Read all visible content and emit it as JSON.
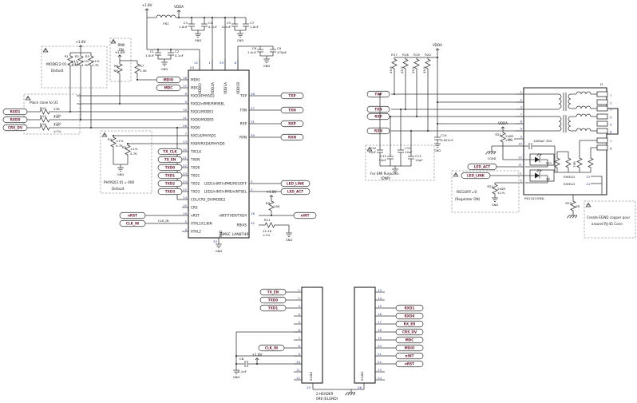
{
  "colors": {
    "wire": "#3a3a3a",
    "pin_number": "#27357e",
    "net_label": "#6d1f33",
    "text": "#151515",
    "box_dash": "#9a9a9a"
  },
  "common": {
    "gnd": "GND",
    "v18": "+1.8V",
    "vdda": "VDDA"
  },
  "power": {
    "fb1": "FB1",
    "c1_ref": "C1",
    "c1_val": "1.0uF",
    "c2_ref": "C2",
    "c2_val": "0.1uF",
    "c3_ref": "C3",
    "c3_val": "1.0uF",
    "c4_ref": "C4",
    "c4_val": "0.1uF",
    "c5_ref": "C5",
    "c5_val": "0.1uF",
    "c7_ref": "C7",
    "c7_val": "1.0uF",
    "c8_ref": "C8",
    "c8_val": "1.0uF",
    "c9_ref": "C9",
    "c9_val": "470pF"
  },
  "u1": {
    "ref": "U1",
    "part": "SMSC LAN8740",
    "pad_num": "33",
    "pad_name": "PAD",
    "left_pins": [
      [
        "16",
        "MDIO"
      ],
      [
        "17",
        "MDC"
      ],
      [
        "8",
        "RXD3/PHYAD2"
      ],
      [
        "9",
        "RXD2/nPME/RMIISEL"
      ],
      [
        "10",
        "RXD1/MODE1"
      ],
      [
        "11",
        "RXD0/MODE0"
      ],
      [
        "26",
        "RXDV"
      ],
      [
        "7",
        "RXCLK/PHYAD1"
      ],
      [
        "13",
        "RXER/RXD4/PHYAD0"
      ],
      [
        "20",
        "TXCLK"
      ],
      [
        "21",
        "TXEN"
      ],
      [
        "22",
        "TXD0"
      ],
      [
        "23",
        "TXD1"
      ],
      [
        "24",
        "TXD2"
      ],
      [
        "25",
        "TXD3"
      ],
      [
        "14",
        "COL/CRS_DV/MODE2"
      ],
      [
        "15",
        "CRS"
      ],
      [
        "19",
        "nRST"
      ],
      [
        "5",
        "XTAL1/CLKIN"
      ],
      [
        "4",
        "XTAL2"
      ]
    ],
    "right_pins": [
      [
        "28",
        "TXP"
      ],
      [
        "27",
        "TXN"
      ],
      [
        "31",
        "RXP"
      ],
      [
        "30",
        "RXN"
      ],
      [
        "3",
        "LED1/nINT/nPME/REGOFF"
      ],
      [
        "2",
        "LED2/nINT/nPME/nINTSEL"
      ],
      [
        "18",
        "nINT/TXER/TXD4"
      ],
      [
        "32",
        "RBIAS"
      ]
    ],
    "top_pins": [
      [
        "12",
        "VDDIO"
      ],
      [
        "1",
        "VDD2A"
      ],
      [
        "29",
        "VDD1A"
      ],
      [
        "6",
        "VDDCR"
      ]
    ]
  },
  "mode": {
    "title": "MODE[2:0] = 111",
    "subtitle": "Default",
    "r1": "R1",
    "r2": "R2",
    "r3": "R3",
    "tol": "±1%",
    "val": "4.7K"
  },
  "rmii": {
    "t1": "RMII",
    "t2": "EN",
    "r6": "R6",
    "r6v": "NK",
    "r7": "R7",
    "r7v": "1.5K"
  },
  "place": {
    "note": "Place close to U1",
    "nets": [
      "RXD1",
      "RXD0",
      "CRS_DV"
    ],
    "refs": [
      "R12",
      "R13",
      "R14"
    ],
    "val": "33R",
    "tol": "±1%"
  },
  "phyad": {
    "title": "PHYAD[2:0] = 000",
    "subtitle": "Default",
    "r4": "R4",
    "r8": "R8",
    "tol": "±1%",
    "val": "4.7K"
  },
  "nets": {
    "mdio": "MDIO",
    "mdc": "MDC",
    "tx": [
      "TX_CLK",
      "TX_EN",
      "TXD0",
      "TXD1",
      "TXD2",
      "TXD3"
    ],
    "nrst": "nRST",
    "clkin": "CLK_IN",
    "nint": "nINT",
    "txp": "TXP",
    "txn": "TXN",
    "rxp": "RXP",
    "rxn": "RXN",
    "link": "LED_LINK",
    "act": "LED_ACT"
  },
  "pull": {
    "r9": "R9",
    "r9v": "10K",
    "r11": "R11",
    "r11v": "12.1K",
    "r11t": "±1%"
  },
  "line": {
    "r17": "R17",
    "r18": "R18",
    "r19": "R19",
    "r20": "R20",
    "rv": "49.9",
    "rt": "±1%",
    "c14": "C14",
    "c14v": "0.022uF"
  },
  "emi": {
    "l1": "For EMI Purposes",
    "l2": "(DNP)",
    "c10": "C10",
    "c11": "C11",
    "c12": "C12",
    "c13": "C13",
    "val": "12pF"
  },
  "j2": {
    "ref": "J2",
    "part": "P611021DNL",
    "cap": "1000pF 2KV",
    "term": "75R",
    "grn": "Grn",
    "yel": "Yel",
    "shield": "SHIELD",
    "s13": "13",
    "s14": "14",
    "nc": "NC",
    "cgnd": "CGND",
    "pins": [
      "1",
      "2",
      "3",
      "7",
      "8",
      "9",
      "5",
      "10",
      "12",
      "11",
      "1",
      "2"
    ],
    "contacts": [
      "1",
      "2",
      "3",
      "4",
      "5",
      "6",
      "7",
      "8"
    ]
  },
  "led": {
    "r21": "R21",
    "r21v": "240R",
    "r22": "R22",
    "r22v": "240R",
    "tol": "±1%",
    "regoff1": "REGOFF=0",
    "regoff2": "(Regulator ON)"
  },
  "egnd": {
    "r23": "R23",
    "r23v": "0R",
    "note1": "Create EGND copper pour",
    "note2": "around RJ-45 Conn"
  },
  "hdr": {
    "cap1": "2 HEADER",
    "cap2": "098 (ELGND)",
    "egnd": "EGND",
    "p25": "25",
    "p26": "26",
    "c6": "C6",
    "c6v": "0.1uF",
    "left": [
      [
        "1",
        "TX_EN"
      ],
      [
        "2",
        "TXD0"
      ],
      [
        "3",
        "TXD1"
      ],
      [
        "4",
        ""
      ],
      [
        "5",
        ""
      ],
      [
        "6",
        ""
      ],
      [
        "7",
        ""
      ],
      [
        "8",
        "CLK_IN"
      ],
      [
        "9",
        ""
      ],
      [
        "10",
        ""
      ],
      [
        "11",
        ""
      ],
      [
        "12",
        ""
      ]
    ],
    "right": [
      [
        "13",
        ""
      ],
      [
        "14",
        ""
      ],
      [
        "15",
        "RXD1"
      ],
      [
        "16",
        "RXD0"
      ],
      [
        "17",
        "RX_ER"
      ],
      [
        "18",
        "CRS_DV"
      ],
      [
        "19",
        "MDC"
      ],
      [
        "20",
        "MDIO"
      ],
      [
        "21",
        "nINT"
      ],
      [
        "22",
        "nRST"
      ],
      [
        "23",
        ""
      ],
      [
        "24",
        ""
      ]
    ]
  }
}
